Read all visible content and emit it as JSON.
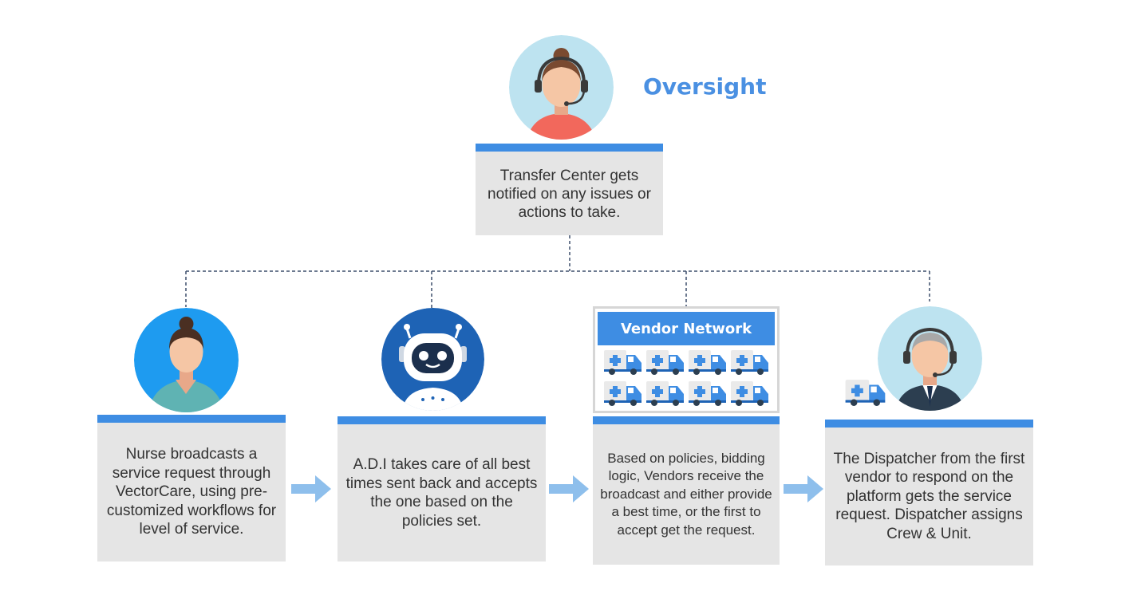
{
  "oversight": {
    "title": "Oversight",
    "text": "Transfer Center gets notified on any issues or actions to take."
  },
  "steps": [
    {
      "text": "Nurse broadcasts a service request through VectorCare, using pre-customized workflows for level of service."
    },
    {
      "text": "A.D.I takes care of all best times sent back and accepts the one based on the policies set."
    },
    {
      "text": "Based on policies, bidding logic, Vendors receive the broadcast and either provide a best time, or the first to accept get the request."
    },
    {
      "text": "The Dispatcher from the first vendor to respond on the platform gets the service request. Dispatcher assigns Crew & Unit."
    }
  ],
  "vendor_network": {
    "title": "Vendor Network"
  },
  "colors": {
    "accent": "#3e8de3",
    "box_bg": "#e5e5e5",
    "avatar_bg": "#bde3f0",
    "arrow": "#8ebfec",
    "title_blue": "#4a90e2"
  },
  "icons": [
    "headset-woman-icon",
    "nurse-icon",
    "robot-icon",
    "ambulance-icon",
    "dispatcher-icon",
    "arrow-right-icon"
  ]
}
